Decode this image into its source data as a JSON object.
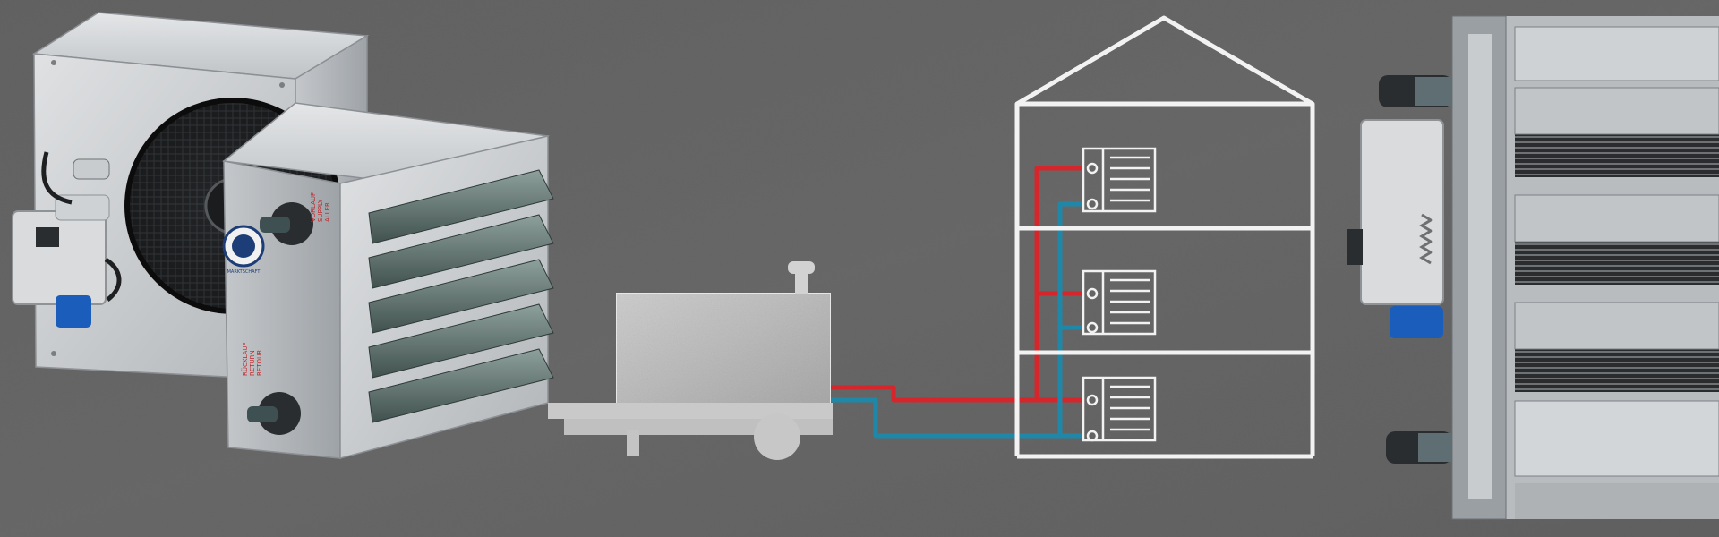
{
  "scene": {
    "description_free": true
  },
  "heater_front": {
    "label_top": "VORLAUF\nSUPPLY\nALLER",
    "label_bottom": "RÜCKLAUF\nRETURN\nRETOUR",
    "badge": "MARKTSCHAFT"
  },
  "colors": {
    "background": "#5f5f5f",
    "chalk": "#f2f2f2",
    "supply_pipe": "#d5262b",
    "return_pipe": "#1f88a8",
    "metal_light": "#d7d9db",
    "metal_mid": "#b9bcc0",
    "metal_dark": "#7f8488",
    "louver": "#5a6b68",
    "connector_blue": "#1a5dbb",
    "fitting_dark": "#2a2d30"
  },
  "icons": {
    "generator": "trailer-generator-icon",
    "building": "house-outline-icon",
    "heater_unit": "unit-heater-icon"
  }
}
